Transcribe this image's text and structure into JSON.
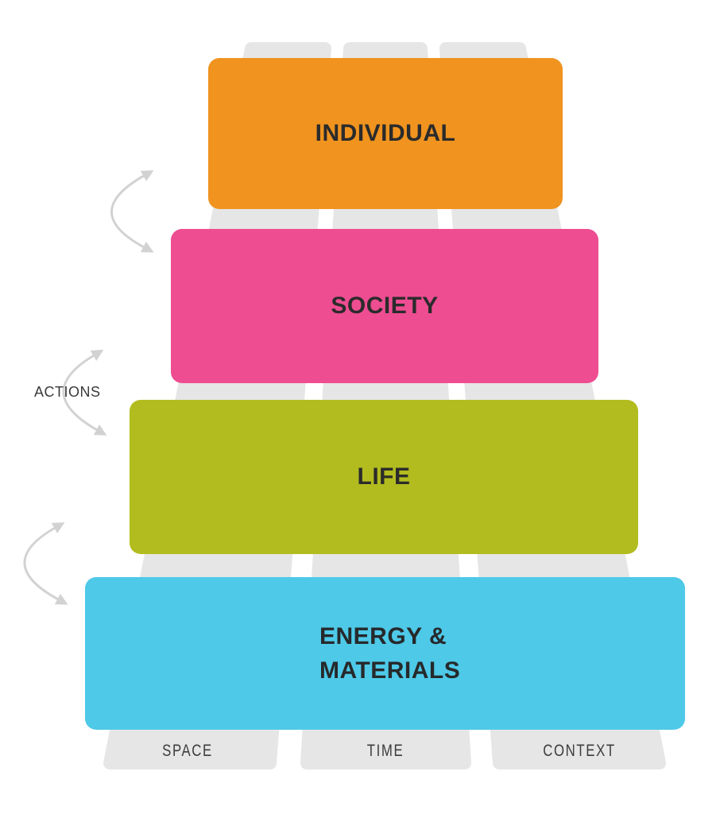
{
  "diagram": {
    "levels": [
      {
        "id": "individual",
        "label": "INDIVIDUAL",
        "color": "#F0931F"
      },
      {
        "id": "society",
        "label": "SOCIETY",
        "color": "#EE4D92"
      },
      {
        "id": "life",
        "label": "LIFE",
        "color": "#B2BC1E"
      },
      {
        "id": "energy-materials",
        "label_line1": "ENERGY &",
        "label_line2": "MATERIALS",
        "color": "#4EC9E8"
      }
    ],
    "pillars": [
      {
        "id": "space",
        "label": "SPACE"
      },
      {
        "id": "time",
        "label": "TIME"
      },
      {
        "id": "context",
        "label": "CONTEXT"
      }
    ],
    "actions_label": "ACTIONS",
    "colors": {
      "pillar_gray": "#E6E6E6",
      "arrow_gray": "#D2D2D2",
      "label_text": "#2B2B2B",
      "background": "#FFFFFF"
    }
  }
}
